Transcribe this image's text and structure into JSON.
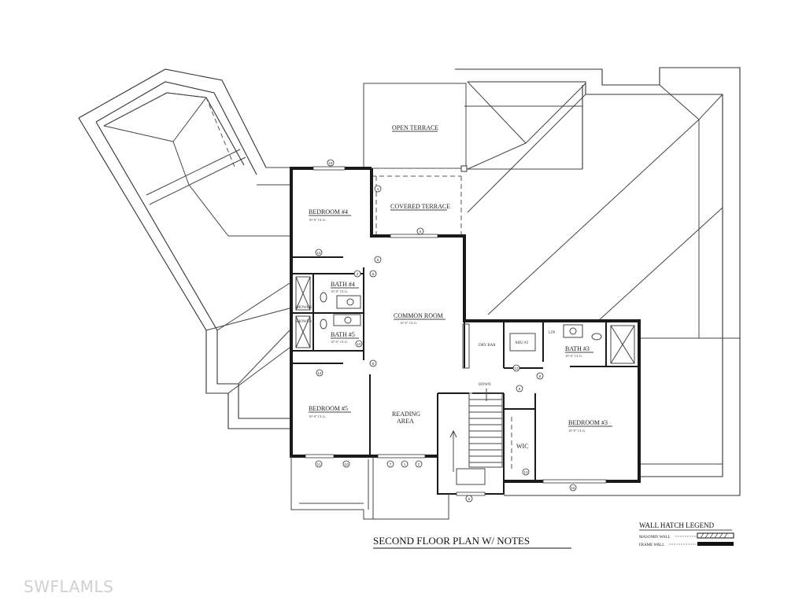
{
  "plan": {
    "title": "SECOND FLOOR PLAN W/ NOTES",
    "rooms": {
      "open_terrace": "OPEN TERRACE",
      "covered_terrace": "COVERED TERRACE",
      "bedroom4": "BEDROOM #4",
      "bath4": "BATH #4",
      "bath5": "BATH #5",
      "common_room": "COMMON ROOM",
      "bedroom5": "BEDROOM #5",
      "reading_area": "READING",
      "reading_area_2": "AREA",
      "ahu": "AHU #2",
      "lin": "LIN",
      "bath3": "BATH #3",
      "bedroom3": "BEDROOM #3",
      "wic": "WIC",
      "down": "DOWN",
      "dry_bar": "DRY BAR",
      "shower": "SHOWER"
    },
    "ceilings": {
      "bedroom4": "10'-0\" CLG.",
      "bath4": "10'-0\" CLG.",
      "bath5": "10'-0\" CLG.",
      "common_room": "10'-0\" CLG.",
      "bedroom5": "10'-0\" CLG.",
      "bath3": "10'-0\" CLG.",
      "bedroom3": "10'-0\" CLG."
    },
    "tags": [
      "15",
      "4",
      "6",
      "14",
      "8",
      "3",
      "10",
      "8",
      "14",
      "8",
      "11",
      "10",
      "7",
      "1",
      "2",
      "9",
      "12",
      "8",
      "13",
      "5",
      "16"
    ]
  },
  "legend": {
    "title": "WALL HATCH LEGEND",
    "masonry": "MASONRY WALL",
    "frame": "FRAME WALL"
  },
  "watermark": "SWFLAMLS"
}
